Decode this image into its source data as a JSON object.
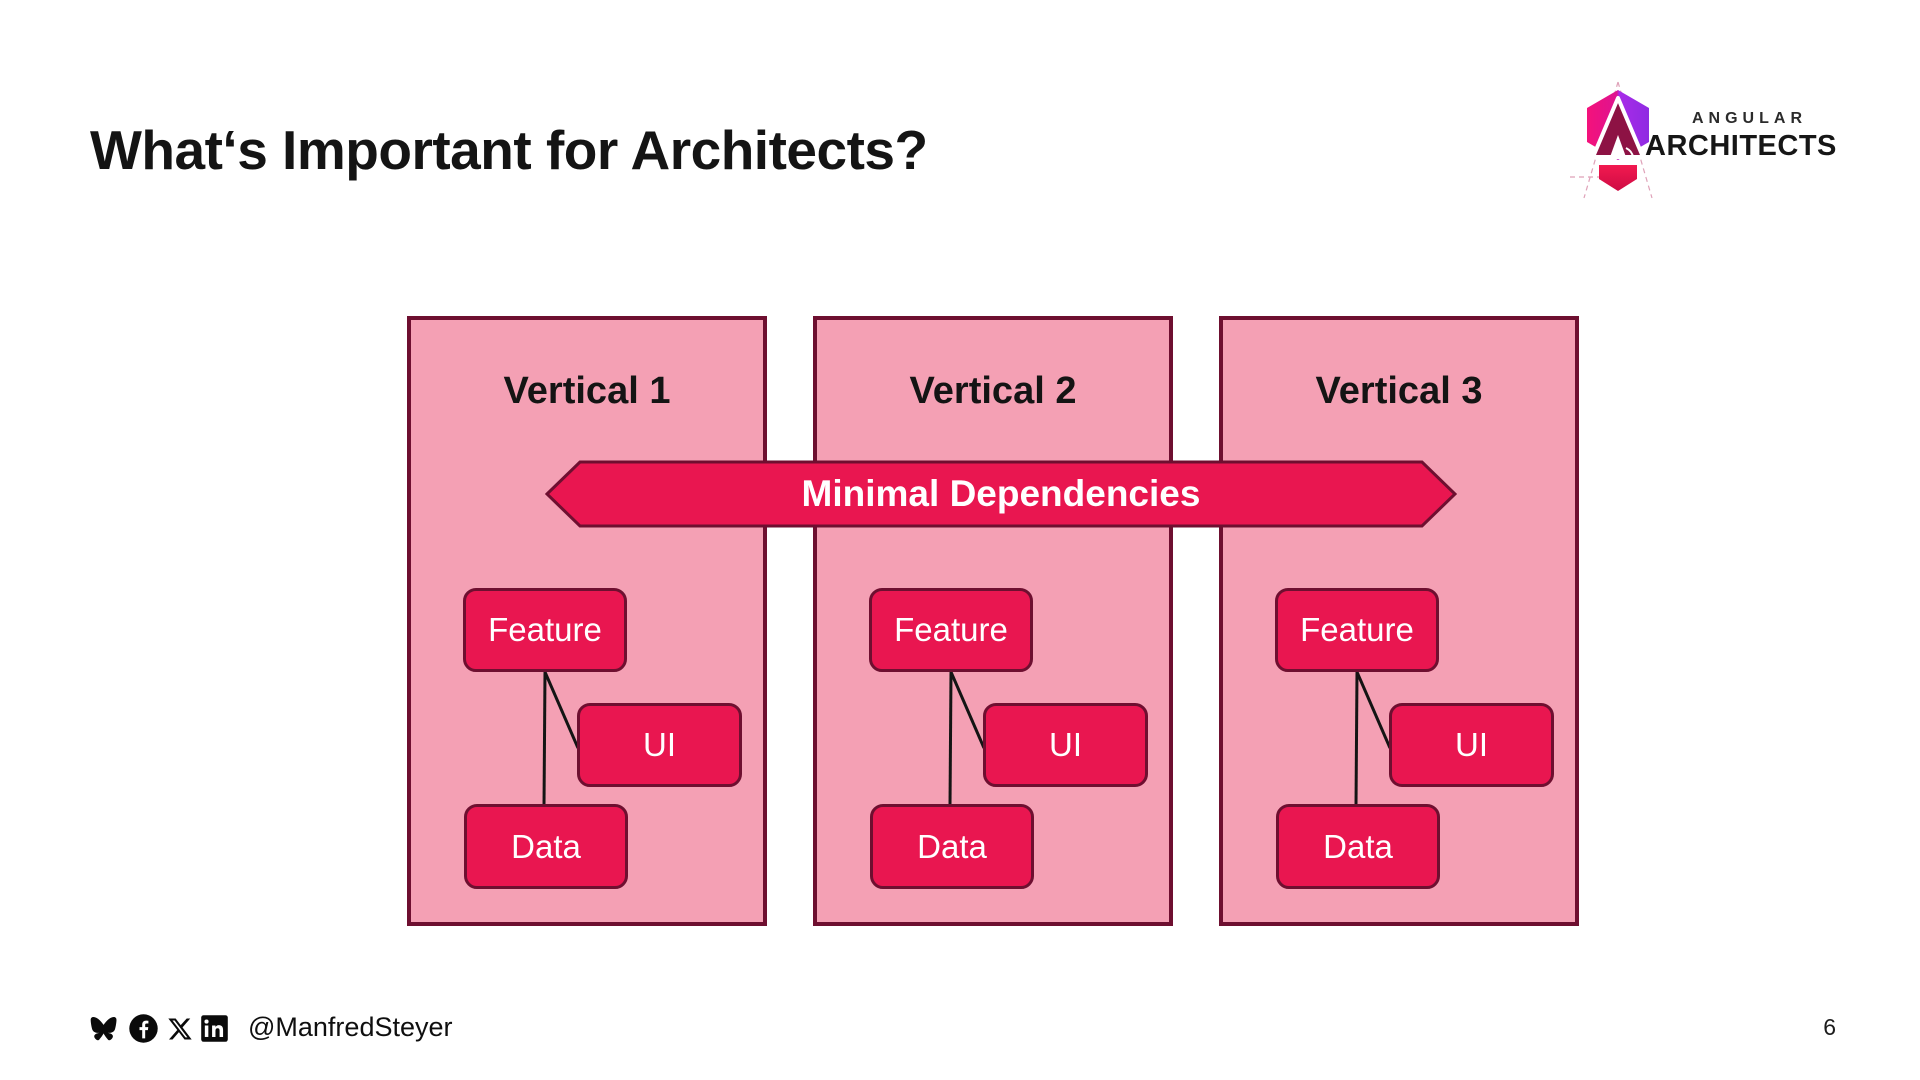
{
  "slide": {
    "title": "What‘s Important for Architects?",
    "page_number": "6"
  },
  "logo": {
    "line1": "ANGULAR",
    "line2": "ARCHITECTS",
    "mark": "angular-architects-hexagon-a-logo"
  },
  "banner": {
    "label": "Minimal Dependencies"
  },
  "verticals": [
    {
      "title": "Vertical 1",
      "feature": "Feature",
      "ui": "UI",
      "data": "Data"
    },
    {
      "title": "Vertical 2",
      "feature": "Feature",
      "ui": "UI",
      "data": "Data"
    },
    {
      "title": "Vertical 3",
      "feature": "Feature",
      "ui": "UI",
      "data": "Data"
    }
  ],
  "footer": {
    "handle": "@ManfredSteyer",
    "icons": [
      "bluesky-icon",
      "facebook-icon",
      "x-icon",
      "linkedin-icon"
    ]
  },
  "colors": {
    "panel-fill": "#F4A0B4",
    "panel-border": "#6E0F30",
    "accent": "#E91650",
    "accent-border": "#6E0F30",
    "connector": "#141414",
    "title-text": "#141414",
    "node-text": "#FFFFFF"
  }
}
